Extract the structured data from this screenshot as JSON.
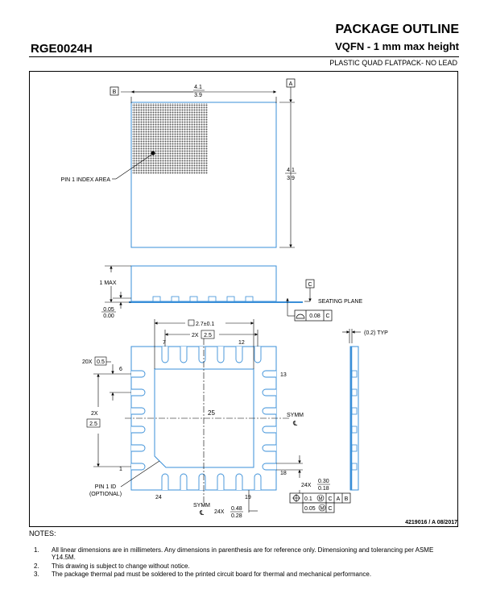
{
  "header": {
    "package_id": "RGE0024H",
    "title": "PACKAGE OUTLINE",
    "subtitle": "VQFN - 1 mm max height",
    "package_type": "PLASTIC QUAD FLATPACK- NO LEAD"
  },
  "top_view": {
    "datum_b": "B",
    "datum_a": "A",
    "width_max": "4.1",
    "width_min": "3.9",
    "height_max": "4.1",
    "height_min": "3.9",
    "pin1_label": "PIN 1 INDEX AREA"
  },
  "side_view": {
    "max_label": "1 MAX",
    "standoff_max": "0.05",
    "standoff_min": "0.00",
    "datum_c": "C",
    "seating_label": "SEATING PLANE",
    "flatness_value": "0.08",
    "flatness_datum": "C"
  },
  "bottom_view": {
    "pad_size": "2.7±0.1",
    "pitch_count_top": "2X",
    "pitch_value_top": "2.5",
    "pin_7": "7",
    "pin_12": "12",
    "pin_13": "13",
    "pin_18": "18",
    "pin_19": "19",
    "pin_24": "24",
    "pin_1": "1",
    "pin_6": "6",
    "pin_25": "25",
    "lead_count": "20X",
    "lead_pitch": "0.5",
    "pitch_count_left": "2X",
    "pitch_value_left": "2.5",
    "symm": "SYMM",
    "cl": "℄",
    "pin1_id": "PIN 1 ID",
    "optional": "(OPTIONAL)",
    "lead_len_count": "24X",
    "lead_len_max": "0.30",
    "lead_len_min": "0.18",
    "lead_w_count": "24X",
    "lead_w_max": "0.48",
    "lead_w_min": "0.28",
    "fcf1_tol": "0.1",
    "fcf1_d1": "C",
    "fcf1_d2": "A",
    "fcf1_d3": "B",
    "fcf2_tol": "0.05",
    "fcf2_d1": "C",
    "m_symbol": "M",
    "profile_typ": "(0.2) TYP"
  },
  "drawing_number": "4219016 / A   08/2017",
  "notes": {
    "title": "NOTES:",
    "items": [
      {
        "num": "1.",
        "text": "All linear dimensions are in millimeters. Any dimensions in parenthesis are for reference only. Dimensioning and tolerancing per ASME Y14.5M."
      },
      {
        "num": "2.",
        "text": "This drawing is subject to change without notice."
      },
      {
        "num": "3.",
        "text": "The package thermal pad must be soldered to the printed circuit board for thermal and mechanical performance."
      }
    ]
  },
  "colors": {
    "outline": "#3a8fd8",
    "ink": "#000000"
  }
}
